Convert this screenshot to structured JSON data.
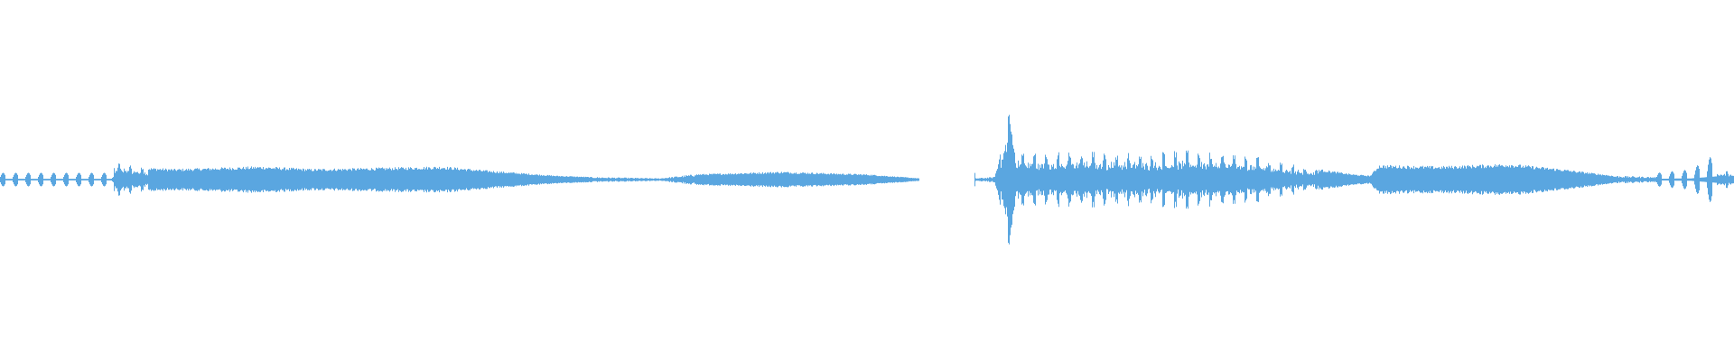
{
  "waveform": {
    "color": "#5aa6e0",
    "background": "#ffffff",
    "duration_fraction_segments": [
      {
        "name": "segment-1",
        "start": 0.0,
        "end": 0.53,
        "envelope": [
          [
            0.0,
            0.02,
            "dots"
          ],
          [
            0.064,
            0.02,
            "dots"
          ],
          [
            0.066,
            0.1,
            "spiky"
          ],
          [
            0.07,
            0.14,
            "spiky"
          ],
          [
            0.075,
            0.11,
            "spiky"
          ],
          [
            0.085,
            0.09,
            "dense"
          ],
          [
            0.1,
            0.08,
            "dense"
          ],
          [
            0.15,
            0.1,
            "dense"
          ],
          [
            0.18,
            0.08,
            "dense"
          ],
          [
            0.22,
            0.09,
            "dense"
          ],
          [
            0.255,
            0.1,
            "dense"
          ],
          [
            0.28,
            0.07,
            "dense"
          ],
          [
            0.3,
            0.05,
            "dense"
          ],
          [
            0.32,
            0.03,
            "dense"
          ],
          [
            0.34,
            0.02,
            "thin"
          ],
          [
            0.38,
            0.01,
            "thin"
          ],
          [
            0.4,
            0.04,
            "dense"
          ],
          [
            0.45,
            0.06,
            "dense"
          ],
          [
            0.5,
            0.04,
            "dense"
          ],
          [
            0.53,
            0.01,
            "thin"
          ]
        ]
      },
      {
        "name": "segment-2",
        "start": 0.562,
        "end": 1.0,
        "envelope": [
          [
            0.562,
            0.01,
            "thin"
          ],
          [
            0.573,
            0.02,
            "thin"
          ],
          [
            0.575,
            0.1,
            "spiky"
          ],
          [
            0.581,
            0.55,
            "spike"
          ],
          [
            0.585,
            0.22,
            "spiky"
          ],
          [
            0.6,
            0.2,
            "spiky"
          ],
          [
            0.63,
            0.21,
            "spiky"
          ],
          [
            0.66,
            0.2,
            "spiky"
          ],
          [
            0.69,
            0.22,
            "spiky"
          ],
          [
            0.72,
            0.18,
            "spiky"
          ],
          [
            0.74,
            0.13,
            "spiky"
          ],
          [
            0.76,
            0.08,
            "dense"
          ],
          [
            0.78,
            0.04,
            "dense"
          ],
          [
            0.79,
            0.03,
            "dense"
          ],
          [
            0.795,
            0.11,
            "dense"
          ],
          [
            0.83,
            0.1,
            "dense"
          ],
          [
            0.87,
            0.12,
            "dense"
          ],
          [
            0.9,
            0.08,
            "dense"
          ],
          [
            0.93,
            0.03,
            "thin"
          ],
          [
            0.955,
            0.02,
            "dots"
          ],
          [
            0.975,
            0.03,
            "dots"
          ],
          [
            0.99,
            0.08,
            "spiky"
          ],
          [
            1.0,
            0.05,
            "spiky"
          ]
        ]
      }
    ]
  }
}
